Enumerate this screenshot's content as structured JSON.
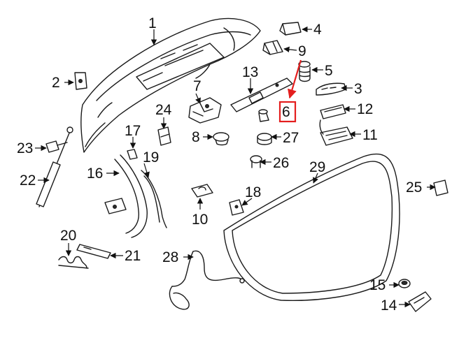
{
  "callouts": [
    {
      "id": "1",
      "label": "1"
    },
    {
      "id": "2",
      "label": "2"
    },
    {
      "id": "3",
      "label": "3"
    },
    {
      "id": "4",
      "label": "4"
    },
    {
      "id": "5",
      "label": "5"
    },
    {
      "id": "6",
      "label": "6"
    },
    {
      "id": "7",
      "label": "7"
    },
    {
      "id": "8",
      "label": "8"
    },
    {
      "id": "9",
      "label": "9"
    },
    {
      "id": "10",
      "label": "10"
    },
    {
      "id": "11",
      "label": "11"
    },
    {
      "id": "12",
      "label": "12"
    },
    {
      "id": "13",
      "label": "13"
    },
    {
      "id": "14",
      "label": "14"
    },
    {
      "id": "15",
      "label": "15"
    },
    {
      "id": "16",
      "label": "16"
    },
    {
      "id": "17",
      "label": "17"
    },
    {
      "id": "18",
      "label": "18"
    },
    {
      "id": "19",
      "label": "19"
    },
    {
      "id": "20",
      "label": "20"
    },
    {
      "id": "21",
      "label": "21"
    },
    {
      "id": "22",
      "label": "22"
    },
    {
      "id": "23",
      "label": "23"
    },
    {
      "id": "24",
      "label": "24"
    },
    {
      "id": "25",
      "label": "25"
    },
    {
      "id": "26",
      "label": "26"
    },
    {
      "id": "27",
      "label": "27"
    },
    {
      "id": "28",
      "label": "28"
    },
    {
      "id": "29",
      "label": "29"
    }
  ],
  "highlight": {
    "part": "6",
    "color": "#e41e1e"
  }
}
